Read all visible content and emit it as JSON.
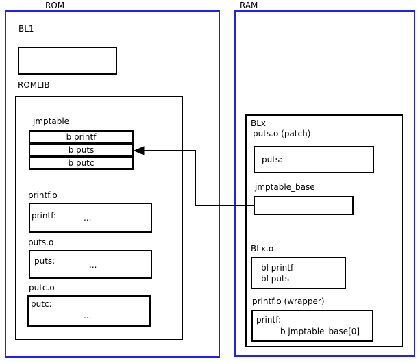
{
  "diagram": {
    "title_rom": "ROM",
    "title_ram": "RAM",
    "regions": [
      {
        "key": "rom",
        "label": "ROM"
      },
      {
        "key": "ram",
        "label": "RAM"
      }
    ],
    "rom": {
      "bl1_label": "BL1",
      "bl1_body": "",
      "romlib_label": "ROMLIB",
      "jmptable_label": "jmptable",
      "jmptable_rows": [
        "b printf",
        "b puts",
        "b putc"
      ],
      "objects": [
        {
          "label": "printf.o",
          "symbol": "printf:",
          "ellipsis": "..."
        },
        {
          "label": "puts.o",
          "symbol": "puts:",
          "ellipsis": "..."
        },
        {
          "label": "putc.o",
          "symbol": "putc:",
          "ellipsis": "..."
        }
      ]
    },
    "ram": {
      "blx_label": "BLx",
      "puts_patch_label": "puts.o (patch)",
      "puts_patch_symbol": "puts:",
      "jmptable_base_label": "jmptable_base",
      "jmptable_base_body": "",
      "blx_o_label": "BLx.o",
      "blx_o_line1": "bl printf",
      "blx_o_line2": "bl puts",
      "printf_wrapper_label": "printf.o (wrapper)",
      "printf_wrapper_symbol": "printf:",
      "printf_wrapper_branch": "b jmptable_base[0]"
    },
    "connector": {
      "name": "jmptable-base-to-b-puts-arrow",
      "from": "jmptable_base",
      "to": "b puts"
    },
    "colors": {
      "region_border": "#2222ee",
      "box_border": "#000000",
      "text": "#000000",
      "background": "#ffffff"
    }
  }
}
